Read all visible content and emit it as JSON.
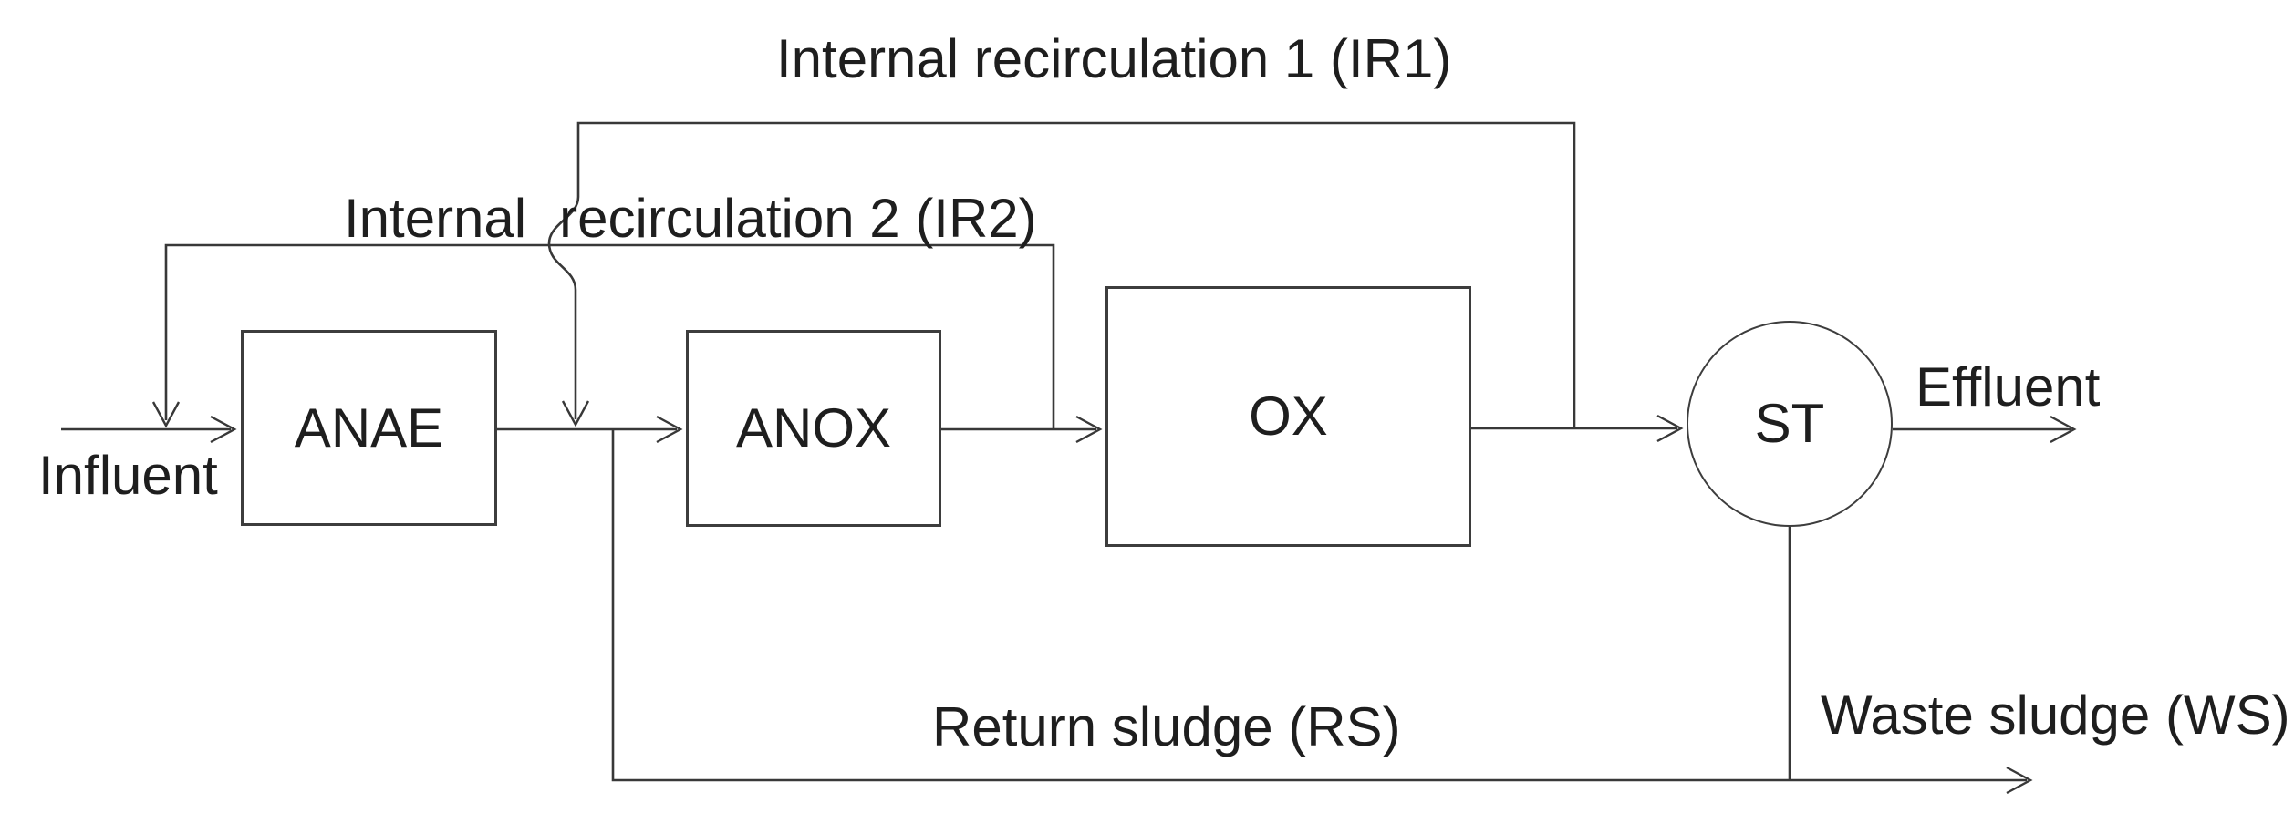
{
  "diagram": {
    "description": "Wastewater treatment process flow diagram",
    "colors": {
      "background": "#ffffff",
      "line": "#383838",
      "box_border": "#3d3d3d",
      "text": "#1e1e1e"
    },
    "labels": {
      "ir1": "Internal recirculation 1 (IR1)",
      "ir2_word1": "Internal",
      "ir2_rest": "recirculation 2 (IR2)",
      "influent": "Influent",
      "effluent": "Effluent",
      "return_sludge": "Return sludge (RS)",
      "waste_sludge": "Waste sludge (WS)"
    },
    "nodes": {
      "anae": {
        "label": "ANAE"
      },
      "anox": {
        "label": "ANOX"
      },
      "ox": {
        "label": "OX"
      },
      "st": {
        "label": "ST"
      }
    }
  }
}
